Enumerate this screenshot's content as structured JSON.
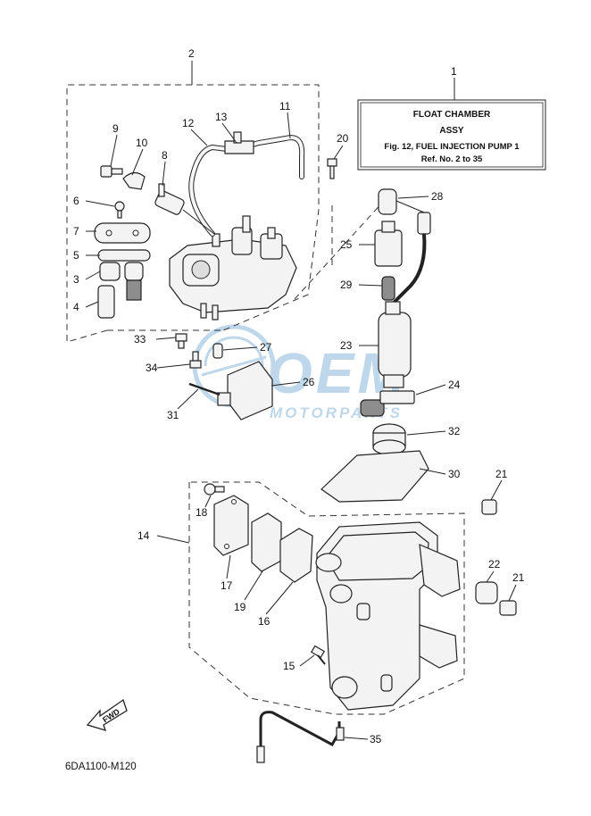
{
  "info_box": {
    "line1": "FLOAT CHAMBER",
    "line2": "ASSY",
    "line3": "Fig. 12, FUEL INJECTION PUMP 1",
    "line4": "Ref. No. 2 to 35"
  },
  "watermark": {
    "logo_text": "OEM",
    "sub_text": "MOTORPARTS"
  },
  "fwd_label": "FWD",
  "diagram_code": "6DA1100-M120",
  "callouts": {
    "c1": "1",
    "c2": "2",
    "c3": "3",
    "c4": "4",
    "c5": "5",
    "c6": "6",
    "c7": "7",
    "c8": "8",
    "c9": "9",
    "c10": "10",
    "c11": "11",
    "c12": "12",
    "c13": "13",
    "c14": "14",
    "c15": "15",
    "c16": "16",
    "c17": "17",
    "c18": "18",
    "c19": "19",
    "c20": "20",
    "c21a": "21",
    "c21b": "21",
    "c22": "22",
    "c23": "23",
    "c24": "24",
    "c25": "25",
    "c26": "26",
    "c27": "27",
    "c28": "28",
    "c29": "29",
    "c30": "30",
    "c31": "31",
    "c32": "32",
    "c33": "33",
    "c34": "34",
    "c35": "35"
  }
}
